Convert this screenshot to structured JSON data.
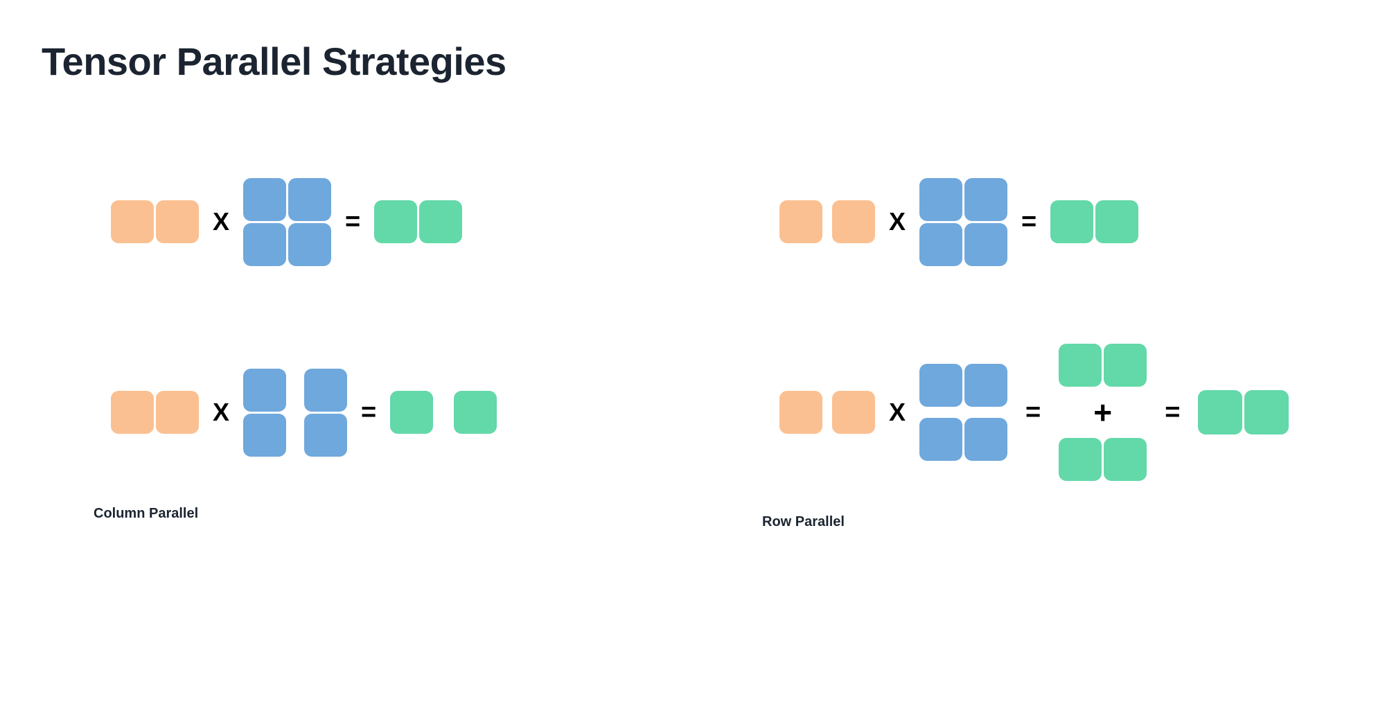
{
  "page": {
    "title": "Tensor Parallel Strategies",
    "background_color": "#ffffff"
  },
  "palette": {
    "input_orange": "#FBC091",
    "weight_blue": "#6FA8DC",
    "output_green": "#63D8A9",
    "operator_black": "#000000",
    "title_color": "#1b2430"
  },
  "operators": {
    "times": "X",
    "equals": "=",
    "plus": "+"
  },
  "panels": [
    {
      "id": "column-parallel",
      "label": "Column Parallel",
      "reference_equation": {
        "input": {
          "name": "activation-vector",
          "color": "#FBC091",
          "rows": 1,
          "cols": 2,
          "split": "none"
        },
        "weight": {
          "name": "weight-matrix",
          "color": "#6FA8DC",
          "rows": 2,
          "cols": 2,
          "split": "none"
        },
        "output": {
          "name": "output-vector",
          "color": "#63D8A9",
          "rows": 1,
          "cols": 2,
          "split": "none"
        }
      },
      "strategy_equation": {
        "input": {
          "name": "activation-vector",
          "color": "#FBC091",
          "rows": 1,
          "cols": 2,
          "split": "none"
        },
        "weight": {
          "name": "weight-matrix-column-split",
          "color": "#6FA8DC",
          "rows": 2,
          "cols": 2,
          "split": "columns"
        },
        "output": {
          "name": "output-vector-column-split",
          "color": "#63D8A9",
          "rows": 1,
          "cols": 2,
          "split": "columns"
        }
      }
    },
    {
      "id": "row-parallel",
      "label": "Row Parallel",
      "reference_equation": {
        "input": {
          "name": "activation-vector",
          "color": "#FBC091",
          "rows": 1,
          "cols": 2,
          "split": "columns"
        },
        "weight": {
          "name": "weight-matrix",
          "color": "#6FA8DC",
          "rows": 2,
          "cols": 2,
          "split": "none"
        },
        "output": {
          "name": "output-vector",
          "color": "#63D8A9",
          "rows": 1,
          "cols": 2,
          "split": "none"
        }
      },
      "strategy_equation": {
        "input": {
          "name": "activation-vector-split",
          "color": "#FBC091",
          "rows": 1,
          "cols": 2,
          "split": "columns"
        },
        "weight": {
          "name": "weight-matrix-row-split",
          "color": "#6FA8DC",
          "rows": 2,
          "cols": 2,
          "split": "rows"
        },
        "partial_outputs": [
          {
            "name": "partial-output-rank-0",
            "color": "#63D8A9",
            "rows": 1,
            "cols": 2
          },
          {
            "name": "partial-output-rank-1",
            "color": "#63D8A9",
            "rows": 1,
            "cols": 2
          }
        ],
        "final_output": {
          "name": "reduced-output-vector",
          "color": "#63D8A9",
          "rows": 1,
          "cols": 2,
          "split": "none"
        }
      }
    }
  ]
}
